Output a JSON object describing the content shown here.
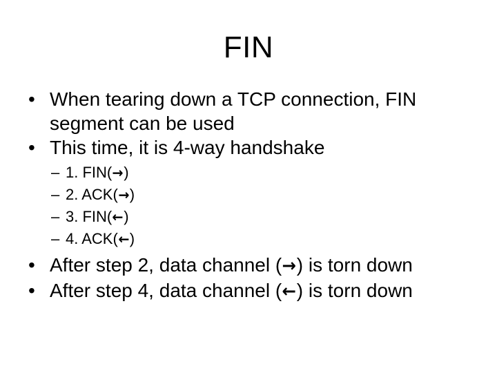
{
  "slide": {
    "title": "FIN",
    "background_color": "#ffffff",
    "text_color": "#000000",
    "bullet_marker": "•",
    "sub_bullet_marker": "–",
    "arrow_right": "→",
    "arrow_left": "←",
    "content": [
      {
        "level": 1,
        "id": "bullet-teardown",
        "text": "When tearing down a TCP connection, FIN segment can be used"
      },
      {
        "level": 1,
        "id": "bullet-handshake",
        "text": "This time, it is 4-way handshake"
      },
      {
        "level": 2,
        "id": "sub-step-1",
        "prefix": "1. FIN(",
        "arrow": "→",
        "suffix": ")"
      },
      {
        "level": 2,
        "id": "sub-step-2",
        "prefix": "2. ACK(",
        "arrow": "→",
        "suffix": ")"
      },
      {
        "level": 2,
        "id": "sub-step-3",
        "prefix": "3. FIN(",
        "arrow": "←",
        "suffix": ")"
      },
      {
        "level": 2,
        "id": "sub-step-4",
        "prefix": "4. ACK(",
        "arrow": "←",
        "suffix": ")"
      },
      {
        "level": 1,
        "id": "bullet-after-step-2",
        "prefix": "After step 2, data channel (",
        "arrow": "→",
        "suffix": ") is torn down"
      },
      {
        "level": 1,
        "id": "bullet-after-step-4",
        "prefix": "After step 4, data channel (",
        "arrow": "←",
        "suffix": ") is torn down"
      }
    ]
  }
}
